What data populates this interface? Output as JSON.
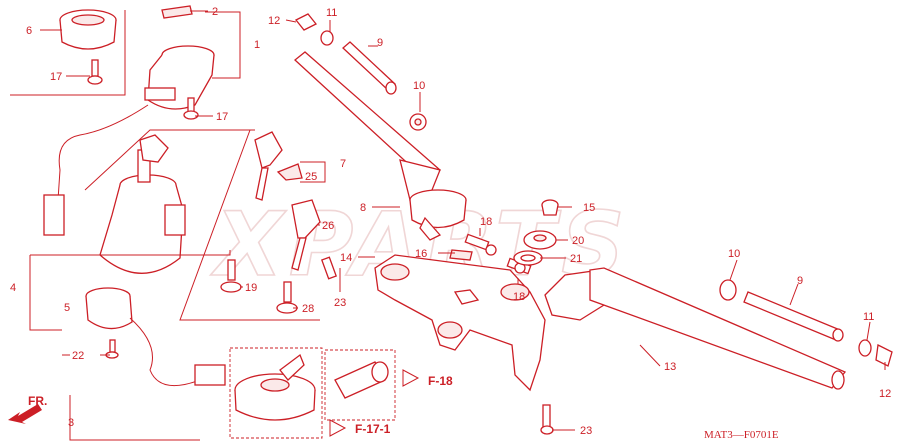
{
  "watermark": "XPARTS",
  "diagram_code": "MAT3—F0701E",
  "direction_label": "FR.",
  "cross_refs": [
    "F-18",
    "F-17-1"
  ],
  "callouts": {
    "c1": "1",
    "c2": "2",
    "c3": "3",
    "c4": "4",
    "c5": "5",
    "c6": "6",
    "c7": "7",
    "c8": "8",
    "c9a": "9",
    "c9b": "9",
    "c10a": "10",
    "c10b": "10",
    "c11a": "11",
    "c11b": "11",
    "c12a": "12",
    "c12b": "12",
    "c13": "13",
    "c14": "14",
    "c15": "15",
    "c16": "16",
    "c17a": "17",
    "c17b": "17",
    "c18a": "18",
    "c18b": "18",
    "c19": "19",
    "c20": "20",
    "c21": "21",
    "c22": "22",
    "c23a": "23",
    "c23b": "23",
    "c25": "25",
    "c26": "26",
    "c28": "28"
  }
}
